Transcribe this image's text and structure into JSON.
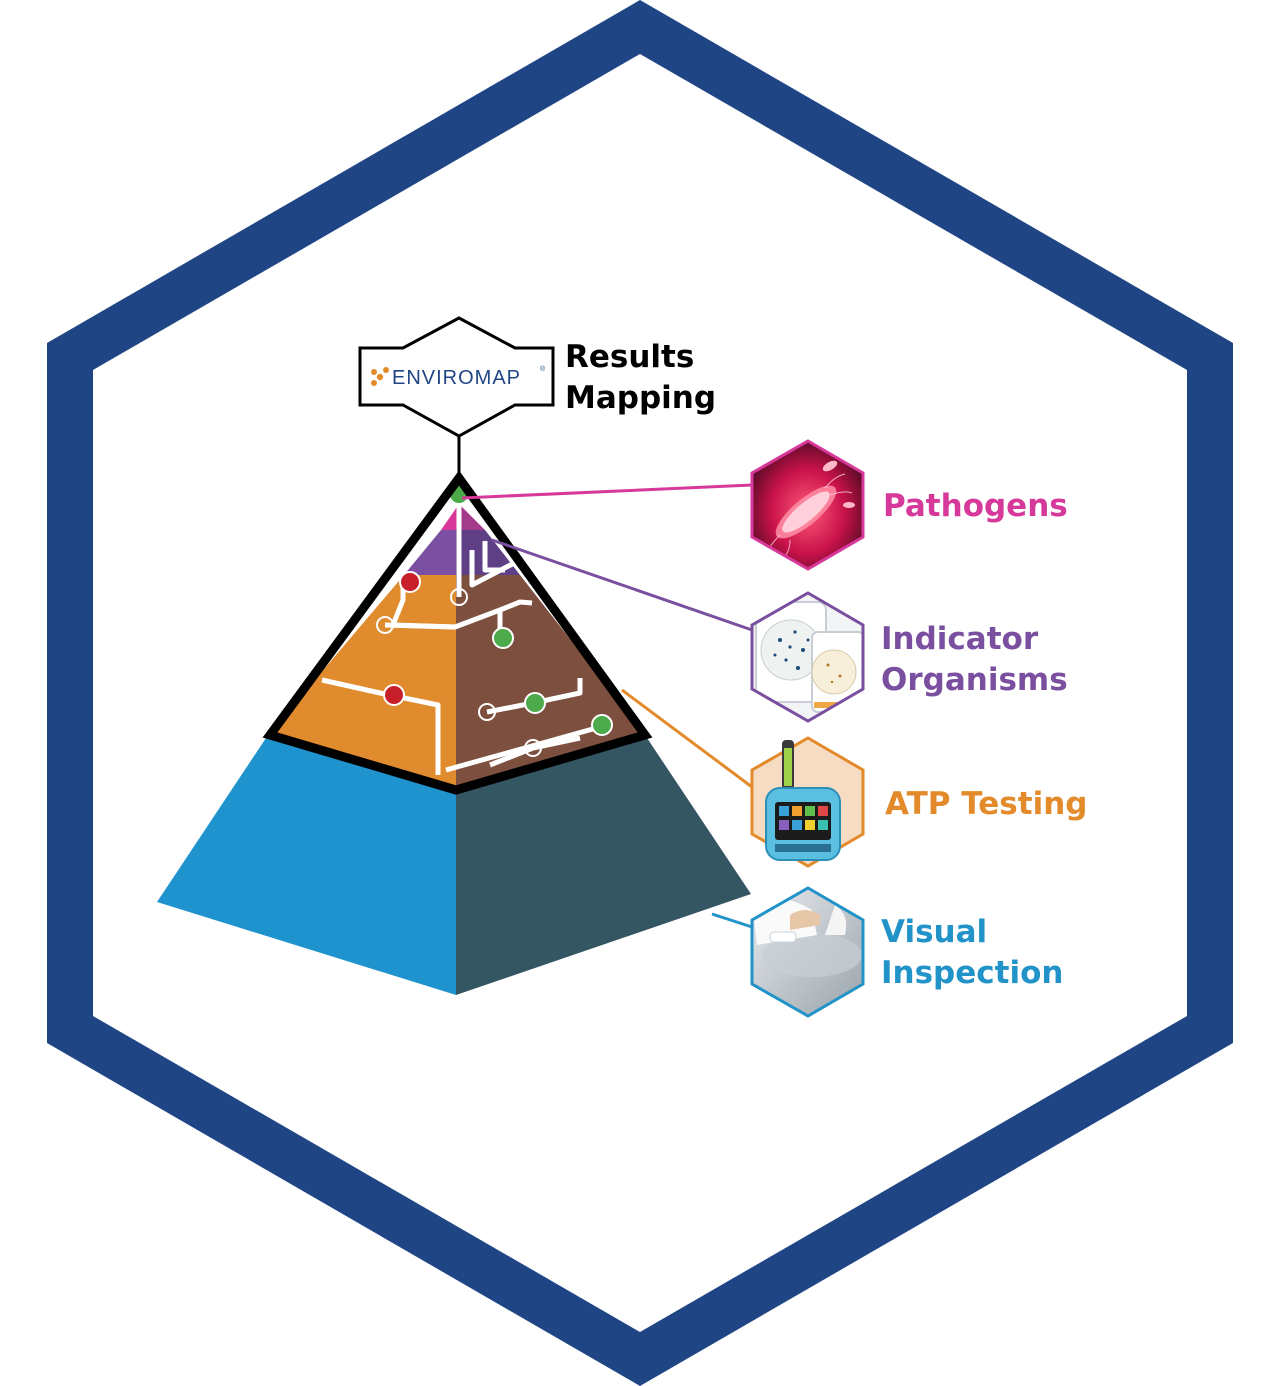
{
  "logo": {
    "text": "ENVIROMAP",
    "mark": "®"
  },
  "results_mapping": {
    "line1": "Results",
    "line2": "Mapping"
  },
  "tiers": [
    {
      "id": "pathogens",
      "line1": "Pathogens",
      "line2": "",
      "color": "#d6399a",
      "icon": "bacteria-icon"
    },
    {
      "id": "indicator",
      "line1": "Indicator",
      "line2": "Organisms",
      "color": "#7a4fa0",
      "icon": "petri-plates-icon"
    },
    {
      "id": "atp",
      "line1": "ATP Testing",
      "line2": "",
      "color": "#e38a2b",
      "icon": "atp-meter-icon"
    },
    {
      "id": "visual",
      "line1": "Visual",
      "line2": "Inspection",
      "color": "#2293c9",
      "icon": "wiping-surface-icon"
    }
  ],
  "colors": {
    "frame": "#1f4585",
    "pyramid_left": "#1e93cd",
    "pyramid_right": "#345562",
    "orange": "#e08c2e",
    "brown": "#7d4f3e",
    "purple": "#7b4fa1",
    "magenta": "#d6399a",
    "dot_red": "#c8202a",
    "dot_green": "#4daa4a"
  }
}
